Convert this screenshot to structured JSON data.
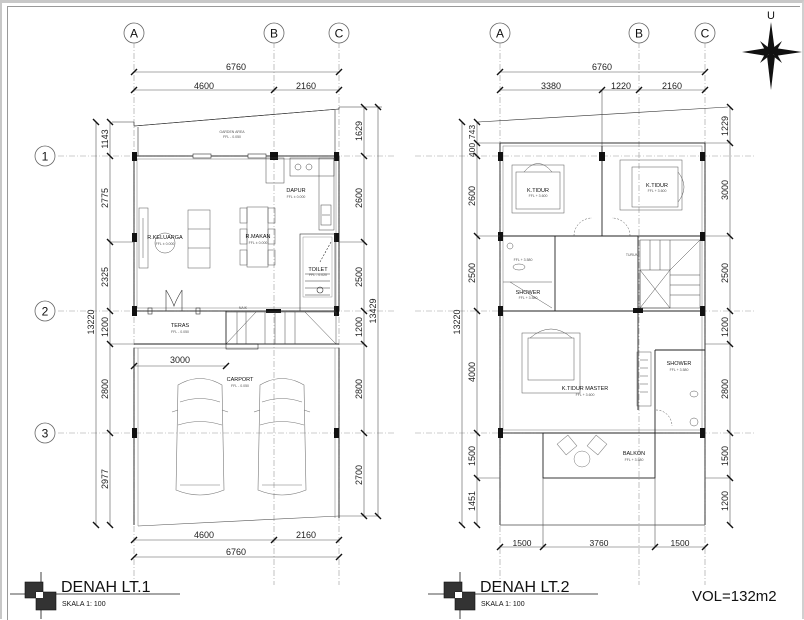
{
  "sheet": {
    "compass": {
      "label": "U",
      "icon": "north-arrow-icon"
    },
    "volume_note": "VOL=132m2"
  },
  "plan_lt1": {
    "title": "DENAH LT.1",
    "scale": "SKALA 1: 100",
    "grid_columns": [
      "A",
      "B",
      "C"
    ],
    "grid_rows": [
      "1",
      "2",
      "3"
    ],
    "top_dims": {
      "overall": "6760",
      "segments": [
        "4600",
        "2160"
      ]
    },
    "bottom_dims": {
      "overall": "6760",
      "segments": [
        "4600",
        "2160"
      ]
    },
    "left_dims": {
      "overall": "13220",
      "segments": [
        "1143",
        "2775",
        "2325",
        "1200",
        "2800",
        "2977"
      ]
    },
    "right_dims": {
      "overall": "13429",
      "segments": [
        "1629",
        "2600",
        "2500",
        "1200",
        "2800",
        "2700"
      ]
    },
    "carport_dim": "3000",
    "rooms": [
      {
        "name": "GARDEN AREA",
        "level": "FFL - 0.050"
      },
      {
        "name": "DAPUR",
        "level": "FFL ± 0.000"
      },
      {
        "name": "R.KELUARGA",
        "level": "FFL ± 0.000"
      },
      {
        "name": "R.MAKAN",
        "level": "FFL ± 0.000"
      },
      {
        "name": "TOILET",
        "level": "FFL - 0.020"
      },
      {
        "name": "TERAS",
        "level": "FFL - 0.050"
      },
      {
        "name": "CARPORT",
        "level": "FFL - 0.050"
      },
      {
        "name": "NAIK",
        "level": ""
      }
    ]
  },
  "plan_lt2": {
    "title": "DENAH LT.2",
    "scale": "SKALA 1: 100",
    "grid_columns": [
      "A",
      "B",
      "C"
    ],
    "top_dims": {
      "overall": "6760",
      "segments": [
        "3380",
        "1220",
        "2160"
      ]
    },
    "bottom_dims": {
      "segments": [
        "1500",
        "3760",
        "1500"
      ]
    },
    "left_dims": {
      "overall": "13220",
      "segments": [
        "400",
        "743",
        "2600",
        "2500",
        "4000",
        "1500",
        "1451"
      ]
    },
    "right_dims": {
      "segments": [
        "1229",
        "3000",
        "2500",
        "1200",
        "2800",
        "1500",
        "1200"
      ]
    },
    "rooms": [
      {
        "name": "K.TIDUR",
        "level": "FFL + 3.600"
      },
      {
        "name": "K.TIDUR",
        "level": "FFL + 3.600"
      },
      {
        "name": "SHOWER",
        "level": "FFL + 3.580"
      },
      {
        "name": "TURUN",
        "level": ""
      },
      {
        "name": "K.TIDUR MASTER",
        "level": "FFL + 3.600"
      },
      {
        "name": "SHOWER",
        "level": "FFL + 3.580"
      },
      {
        "name": "BALKON",
        "level": "FFL + 3.580"
      },
      {
        "name": "",
        "level": "FFL + 3.580"
      }
    ]
  }
}
